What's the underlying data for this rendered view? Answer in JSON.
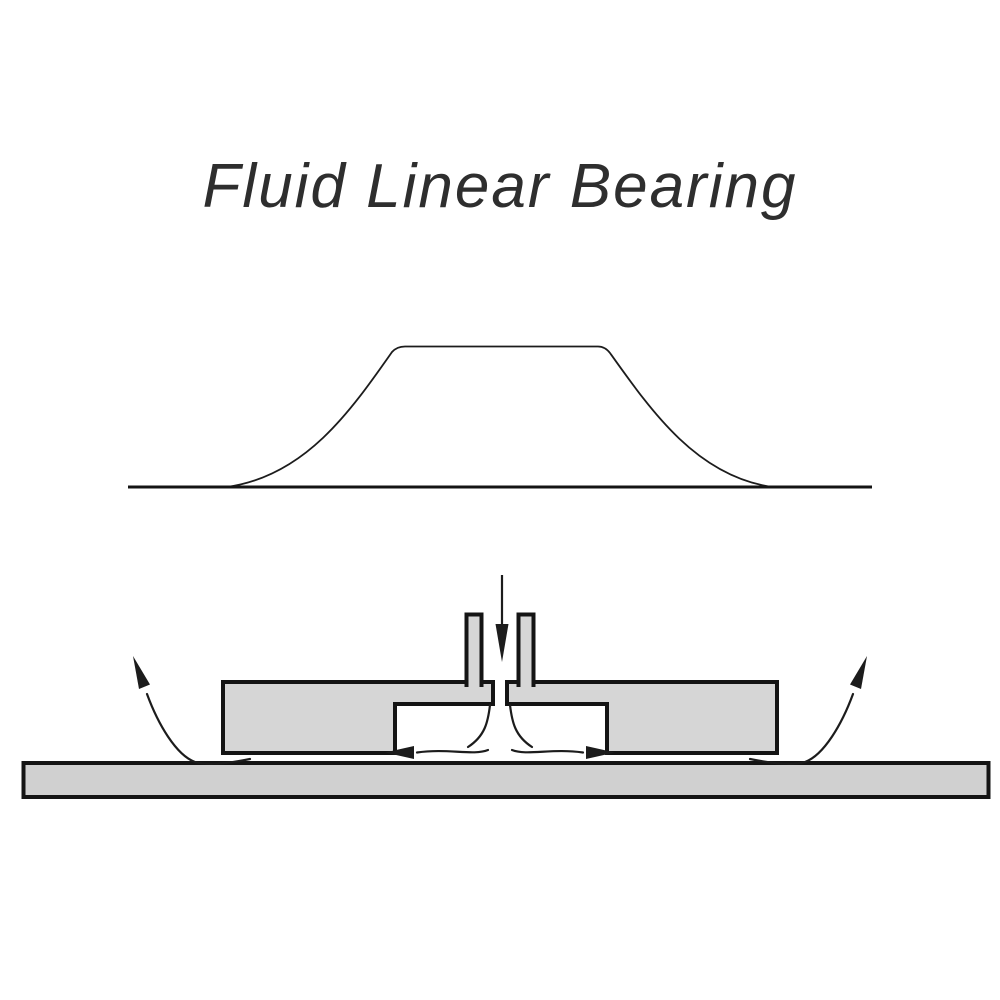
{
  "title": {
    "text": "Fluid Linear Bearing"
  },
  "colors": {
    "background": "#ffffff",
    "metal_fill": "#d6d6d6",
    "base_fill": "#d0d0d0",
    "outline": "#141414",
    "line": "#1c1c1c",
    "title": "#2e2e2e"
  },
  "diagram": {
    "type": "technical-illustration",
    "parts": [
      {
        "name": "pressure-profile-curve"
      },
      {
        "name": "reference-line"
      },
      {
        "name": "fluid-inlet-arrow"
      },
      {
        "name": "supply-tube-left"
      },
      {
        "name": "supply-tube-right"
      },
      {
        "name": "bearing-pad-left-half"
      },
      {
        "name": "bearing-pad-right-half"
      },
      {
        "name": "recess-pocket"
      },
      {
        "name": "base-plate"
      },
      {
        "name": "pocket-outflow-arrow-left"
      },
      {
        "name": "pocket-outflow-arrow-right"
      },
      {
        "name": "edge-escape-arrow-left"
      },
      {
        "name": "edge-escape-arrow-right"
      }
    ]
  }
}
